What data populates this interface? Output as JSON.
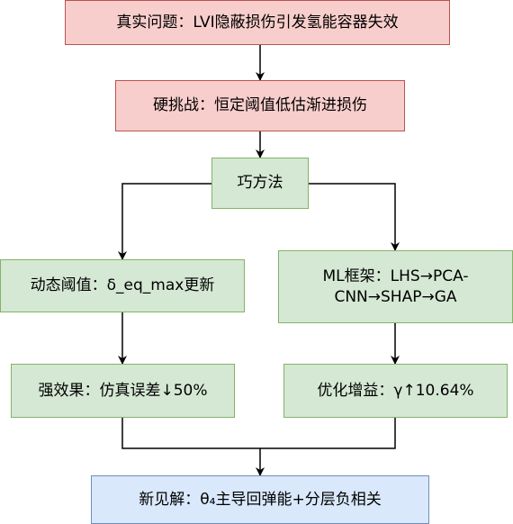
{
  "nodes": {
    "problem": "真实问题：LVI隐蔽损伤引发氢能容器失效",
    "challenge": "硬挑战：恒定阈值低估渐进损伤",
    "method": "巧方法",
    "dynamic_threshold": "动态阈值：δ_eq_max更新",
    "ml_framework": "ML框架：LHS→PCA-CNN→SHAP→GA",
    "strong_effect": "强效果：仿真误差↓50%",
    "optimization_gain": "优化增益：γ↑10.64%",
    "insight": "新见解：θ₄主导回弹能+分层负相关"
  },
  "colors": {
    "red_fill": "#f8cecc",
    "red_stroke": "#b85450",
    "green_fill": "#d5e8d4",
    "green_stroke": "#82b366",
    "blue_fill": "#dae8fc",
    "blue_stroke": "#6c8ebf"
  }
}
